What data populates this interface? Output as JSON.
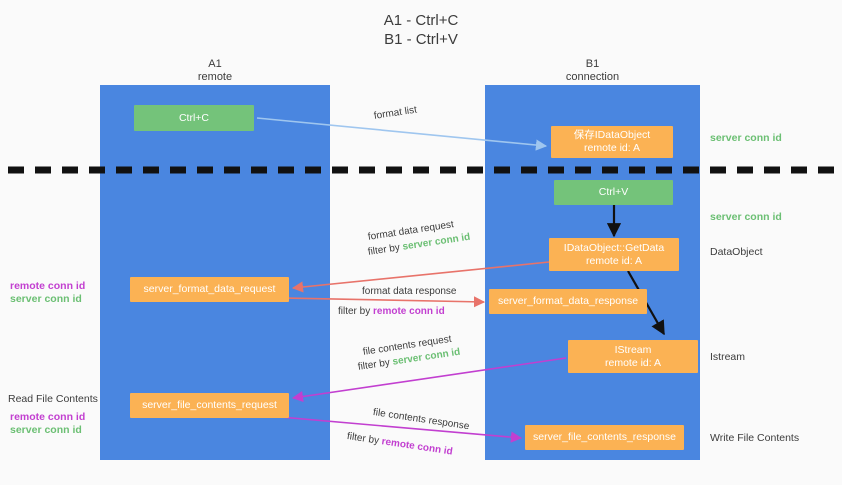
{
  "title": {
    "line1": "A1 - Ctrl+C",
    "line2": "B1 - Ctrl+V"
  },
  "lanes": [
    {
      "id": "a1",
      "name": "A1",
      "sub": "remote"
    },
    {
      "id": "b1",
      "name": "B1",
      "sub": "connection"
    }
  ],
  "colors": {
    "lane": "#4a86e0",
    "green_node": "#74c37a",
    "orange_node": "#fbb254",
    "server_conn_id": "#6bbf73",
    "remote_conn_id": "#c23fd0",
    "arrow_format_list": "#9fc6ef",
    "arrow_format_data": "#e8736a",
    "arrow_file_contents": "#c23fd0",
    "arrow_flow": "#111111",
    "background": "#fafafa"
  },
  "nodes": {
    "ctrl_c": {
      "label": "Ctrl+C",
      "kind": "green"
    },
    "save_idataobject": {
      "label": "保存IDataObject",
      "sub": "remote id: A",
      "kind": "orange"
    },
    "ctrl_v": {
      "label": "Ctrl+V",
      "kind": "green"
    },
    "getdata": {
      "label": "IDataObject::GetData",
      "sub": "remote id: A",
      "kind": "orange"
    },
    "server_format_data_request": {
      "label": "server_format_data_request",
      "kind": "orange"
    },
    "server_format_data_response": {
      "label": "server_format_data_response",
      "kind": "orange"
    },
    "istream": {
      "label": "IStream",
      "sub": "remote id: A",
      "kind": "orange"
    },
    "server_file_contents_request": {
      "label": "server_file_contents_request",
      "kind": "orange"
    },
    "server_file_contents_response": {
      "label": "server_file_contents_response",
      "kind": "orange"
    }
  },
  "captions": {
    "format_list": "format list",
    "format_data_request": "format data request",
    "format_data_request_filter_prefix": "filter by ",
    "format_data_request_filter_token": "server conn id",
    "format_data_response": "format data response",
    "format_data_response_filter_prefix": "filter by ",
    "format_data_response_filter_token": "remote conn id",
    "file_contents_request": "file contents request",
    "file_contents_request_filter_prefix": "filter by ",
    "file_contents_request_filter_token": "server conn id",
    "file_contents_response": "file contents response",
    "file_contents_response_filter_prefix": "filter by ",
    "file_contents_response_filter_token": "remote conn id"
  },
  "right_labels": {
    "server_conn_id_top": "server conn id",
    "server_conn_id_mid": "server conn id",
    "dataobject": "DataObject",
    "istream": "Istream",
    "write_file_contents": "Write File Contents"
  },
  "left_labels": {
    "remote_conn_id_mid": "remote conn id",
    "server_conn_id_mid": "server conn id",
    "read_file_contents": "Read File Contents",
    "remote_conn_id_bottom": "remote conn id",
    "server_conn_id_bottom": "server conn id"
  }
}
